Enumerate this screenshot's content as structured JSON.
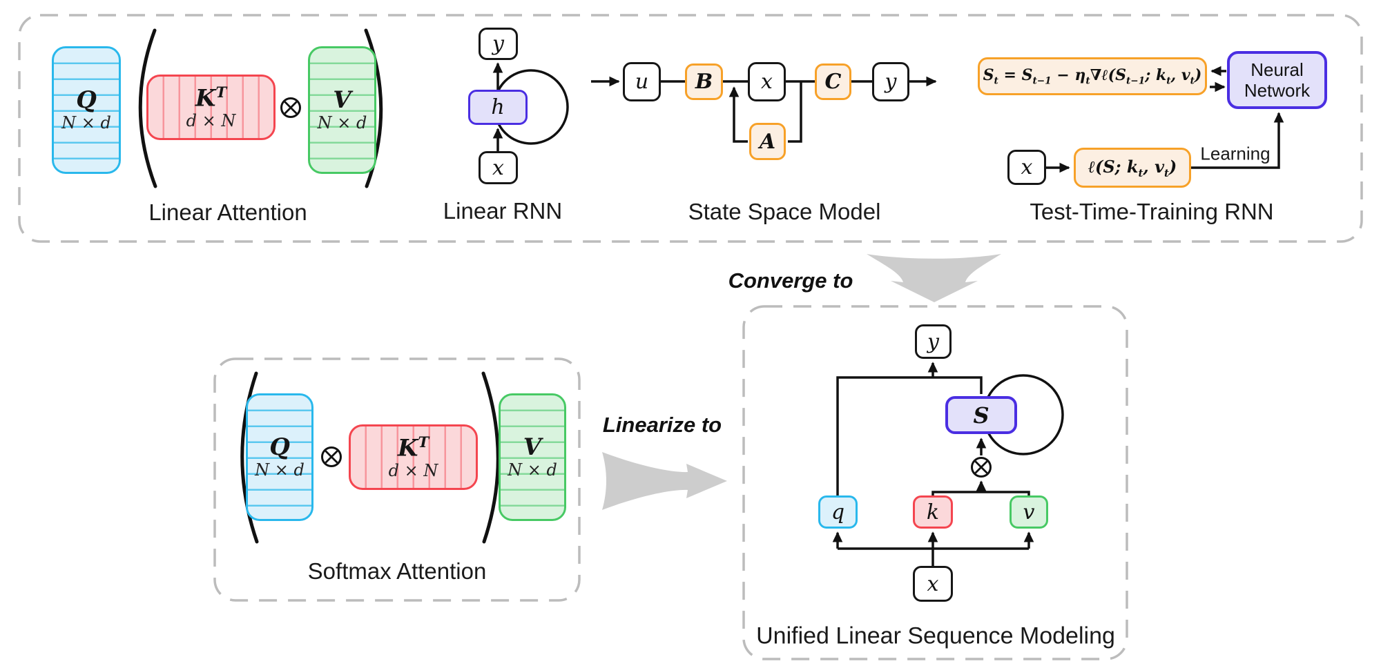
{
  "top_panel": {
    "linear_attention": {
      "label": "Linear Attention",
      "q": {
        "letter": "Q",
        "dims": "N × d"
      },
      "k": {
        "letter": "K^{T}",
        "dims": "d × N"
      },
      "v": {
        "letter": "V",
        "dims": "N × d"
      }
    },
    "linear_rnn": {
      "label": "Linear RNN",
      "y": "y",
      "h": "h",
      "x": "x"
    },
    "state_space_model": {
      "label": "State Space Model",
      "u": "u",
      "b": "B",
      "x": "x",
      "c": "C",
      "y": "y",
      "a": "A"
    },
    "ttt": {
      "label": "Test-Time-Training RNN",
      "update_rule": "S_{t} = S_{t−1} − η_{t}∇ℓ(S_{t−1}; k_{t}, v_{t})",
      "neural_network": "Neural Network",
      "x": "x",
      "loss": "ℓ(S; k_{t}, v_{t})",
      "learning": "Learning"
    }
  },
  "flow": {
    "converge": "Converge to",
    "linearize": "Linearize to"
  },
  "softmax_attention": {
    "label": "Softmax Attention",
    "q": {
      "letter": "Q",
      "dims": "N × d"
    },
    "k": {
      "letter": "K^{T}",
      "dims": "d × N"
    },
    "v": {
      "letter": "V",
      "dims": "N × d"
    }
  },
  "unified": {
    "label": "Unified Linear Sequence Modeling",
    "y": "y",
    "s": "S",
    "q": "q",
    "k": "k",
    "v": "v",
    "x": "x"
  },
  "colors": {
    "cyan_border": "#29b8ec",
    "cyan_fill": "#dcf1fb",
    "red_border": "#f4454f",
    "red_fill": "#fbd8da",
    "green_border": "#47c964",
    "green_fill": "#d9f3de",
    "purple_border": "#4a2ee2",
    "purple_fill": "#e3e1fa",
    "orange_border": "#f7a128",
    "orange_fill": "#fcefe2",
    "dash_gray": "#bcbcbc",
    "funnel_gray": "#cdcdcd",
    "line_black": "#111111"
  }
}
